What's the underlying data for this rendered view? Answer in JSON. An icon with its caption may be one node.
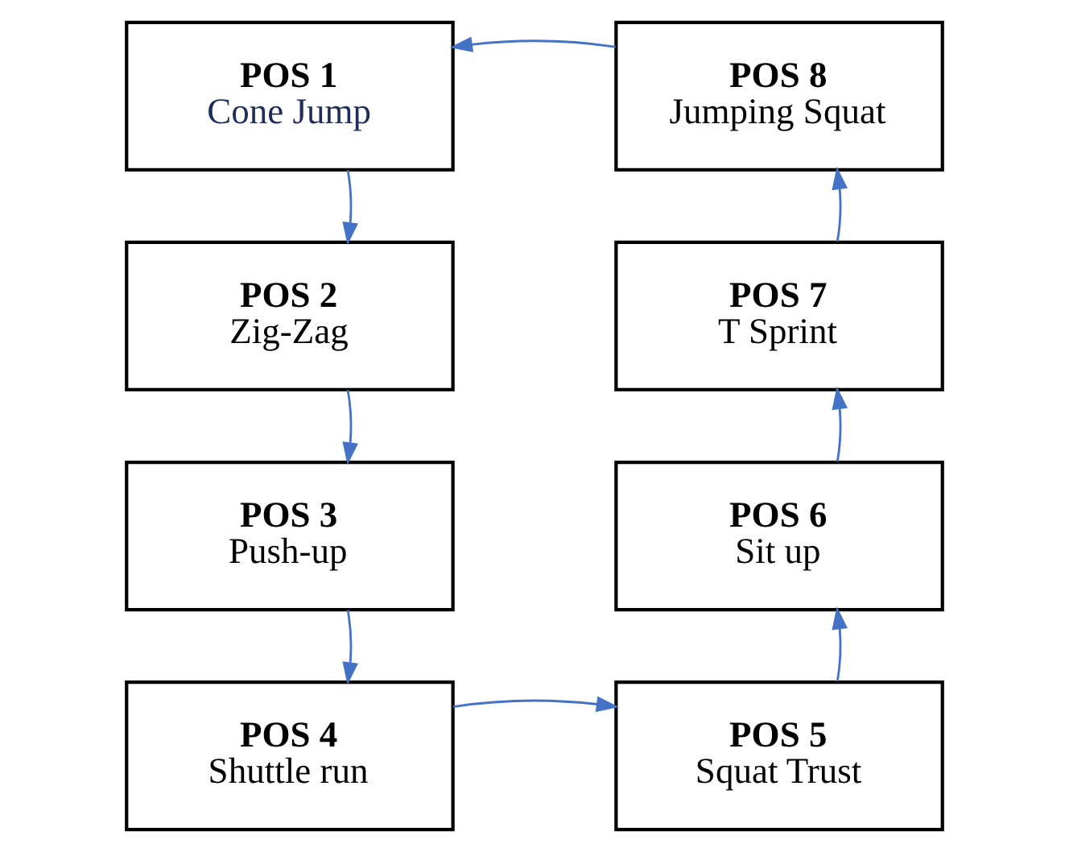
{
  "diagram": {
    "nodes": [
      {
        "text": [
          "POS 1",
          "Cone Jump"
        ]
      },
      {
        "text": [
          "POS 2",
          "Zig-Zag"
        ]
      },
      {
        "text": [
          "POS 3",
          "Push-up"
        ]
      },
      {
        "text": [
          "POS 4",
          "Shuttle run"
        ]
      },
      {
        "text": [
          "POS 5",
          "Squat Trust"
        ]
      },
      {
        "text": [
          "POS 6",
          "Sit up"
        ]
      },
      {
        "text": [
          "POS 7",
          "T Sprint"
        ]
      },
      {
        "text": [
          "POS 8",
          "Jumping Squat"
        ]
      }
    ],
    "edges": [
      {
        "from": 0,
        "to": 1,
        "arrow": "to"
      },
      {
        "from": 1,
        "to": 2,
        "arrow": "to"
      },
      {
        "from": 2,
        "to": 3,
        "arrow": "to"
      },
      {
        "from": 3,
        "to": 4,
        "arrow": "to"
      },
      {
        "from": 4,
        "to": 5,
        "arrow": "to"
      },
      {
        "from": 5,
        "to": 6,
        "arrow": "to"
      },
      {
        "from": 6,
        "to": 7,
        "arrow": "to"
      },
      {
        "from": 7,
        "to": 0,
        "arrow": "to"
      }
    ]
  }
}
